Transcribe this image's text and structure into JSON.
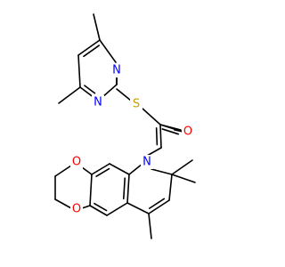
{
  "structure": {
    "colors": {
      "bond": "#000000",
      "N": "#0000ff",
      "O": "#ff0000",
      "S": "#c8a000",
      "background": "#ffffff"
    },
    "atoms": {
      "pyrimidine_n1": "N",
      "pyrimidine_n3": "N",
      "thioether_s": "S",
      "carbonyl_o": "O",
      "quinoline_n": "N",
      "dioxane_o1": "O",
      "dioxane_o2": "O"
    }
  }
}
